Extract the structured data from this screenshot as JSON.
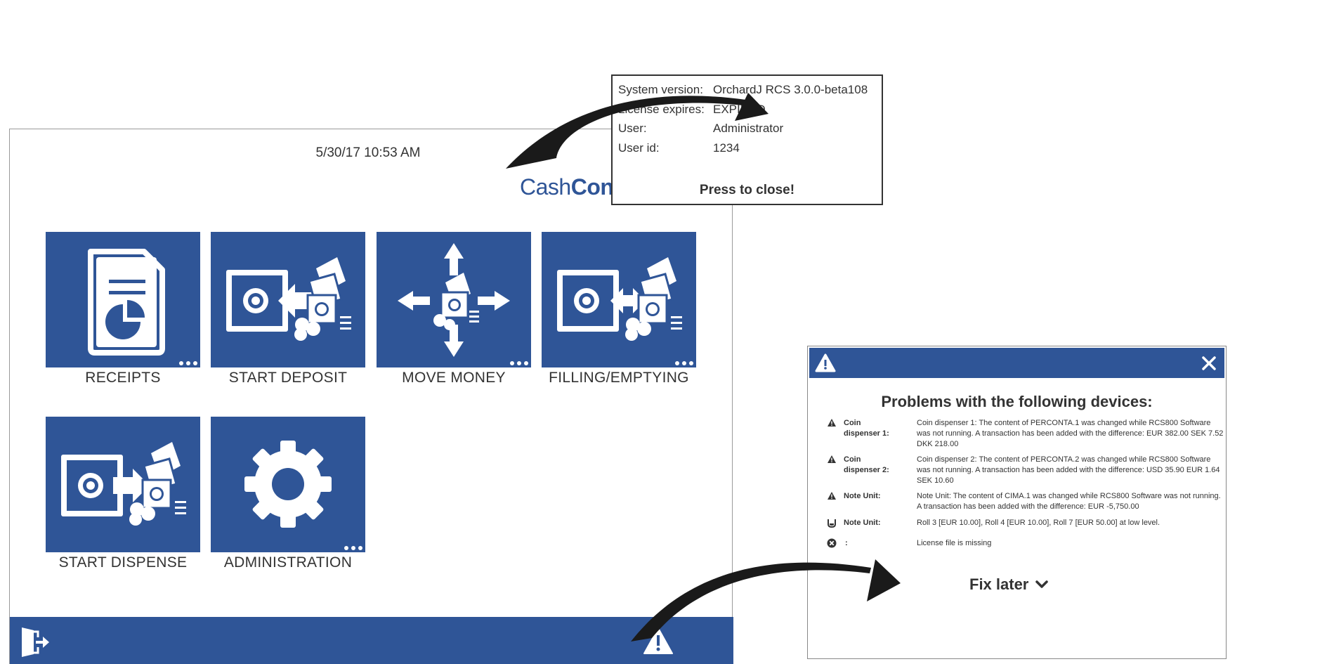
{
  "main": {
    "datetime": "5/30/17 10:53 AM",
    "logo_light": "Cash",
    "logo_bold": "Con",
    "tiles": [
      {
        "label": "RECEIPTS",
        "icon": "receipt-document-icon"
      },
      {
        "label": "START DEPOSIT",
        "icon": "safe-deposit-icon"
      },
      {
        "label": "MOVE MONEY",
        "icon": "move-money-icon"
      },
      {
        "label": "FILLING/EMPTYING",
        "icon": "safe-exchange-icon"
      },
      {
        "label": "START DISPENSE",
        "icon": "safe-dispense-icon"
      },
      {
        "label": "ADMINISTRATION",
        "icon": "gear-icon"
      }
    ],
    "bottom_bar": {
      "logout_icon": "logout-icon",
      "warning_icon": "warning-icon"
    }
  },
  "info_popup": {
    "rows": [
      {
        "key": "System version:",
        "value": "OrchardJ RCS 3.0.0-beta108"
      },
      {
        "key": "License expires:",
        "value": "EXPIRED"
      },
      {
        "key": "User:",
        "value": "Administrator"
      },
      {
        "key": "User id:",
        "value": "1234"
      }
    ],
    "close_label": "Press to close!"
  },
  "dialog": {
    "title": "Problems with the following devices:",
    "problems": [
      {
        "icon": "warning-icon",
        "device": "Coin dispenser 1:",
        "message": "Coin dispenser 1: The content of PERCONTA.1 was changed while RCS800 Software was not running. A transaction has been added with the difference: EUR 382.00 SEK 7.52 DKK 218.00"
      },
      {
        "icon": "warning-icon",
        "device": "Coin dispenser 2:",
        "message": "Coin dispenser 2: The content of PERCONTA.2 was changed while RCS800 Software was not running. A transaction has been added with the difference: USD 35.90 EUR 1.64 SEK 10.60"
      },
      {
        "icon": "warning-icon",
        "device": "Note Unit:",
        "message": "Note Unit: The content of CIMA.1 was changed while RCS800 Software was not running. A transaction has been added with the difference: EUR -5,750.00"
      },
      {
        "icon": "low-level-icon",
        "device": "Note Unit:",
        "message": "Roll 3 [EUR 10.00], Roll 4 [EUR 10.00], Roll 7 [EUR 50.00] at low level."
      },
      {
        "icon": "error-icon",
        "device": ":",
        "message": "License file is missing"
      }
    ],
    "fix_later_label": "Fix later"
  }
}
